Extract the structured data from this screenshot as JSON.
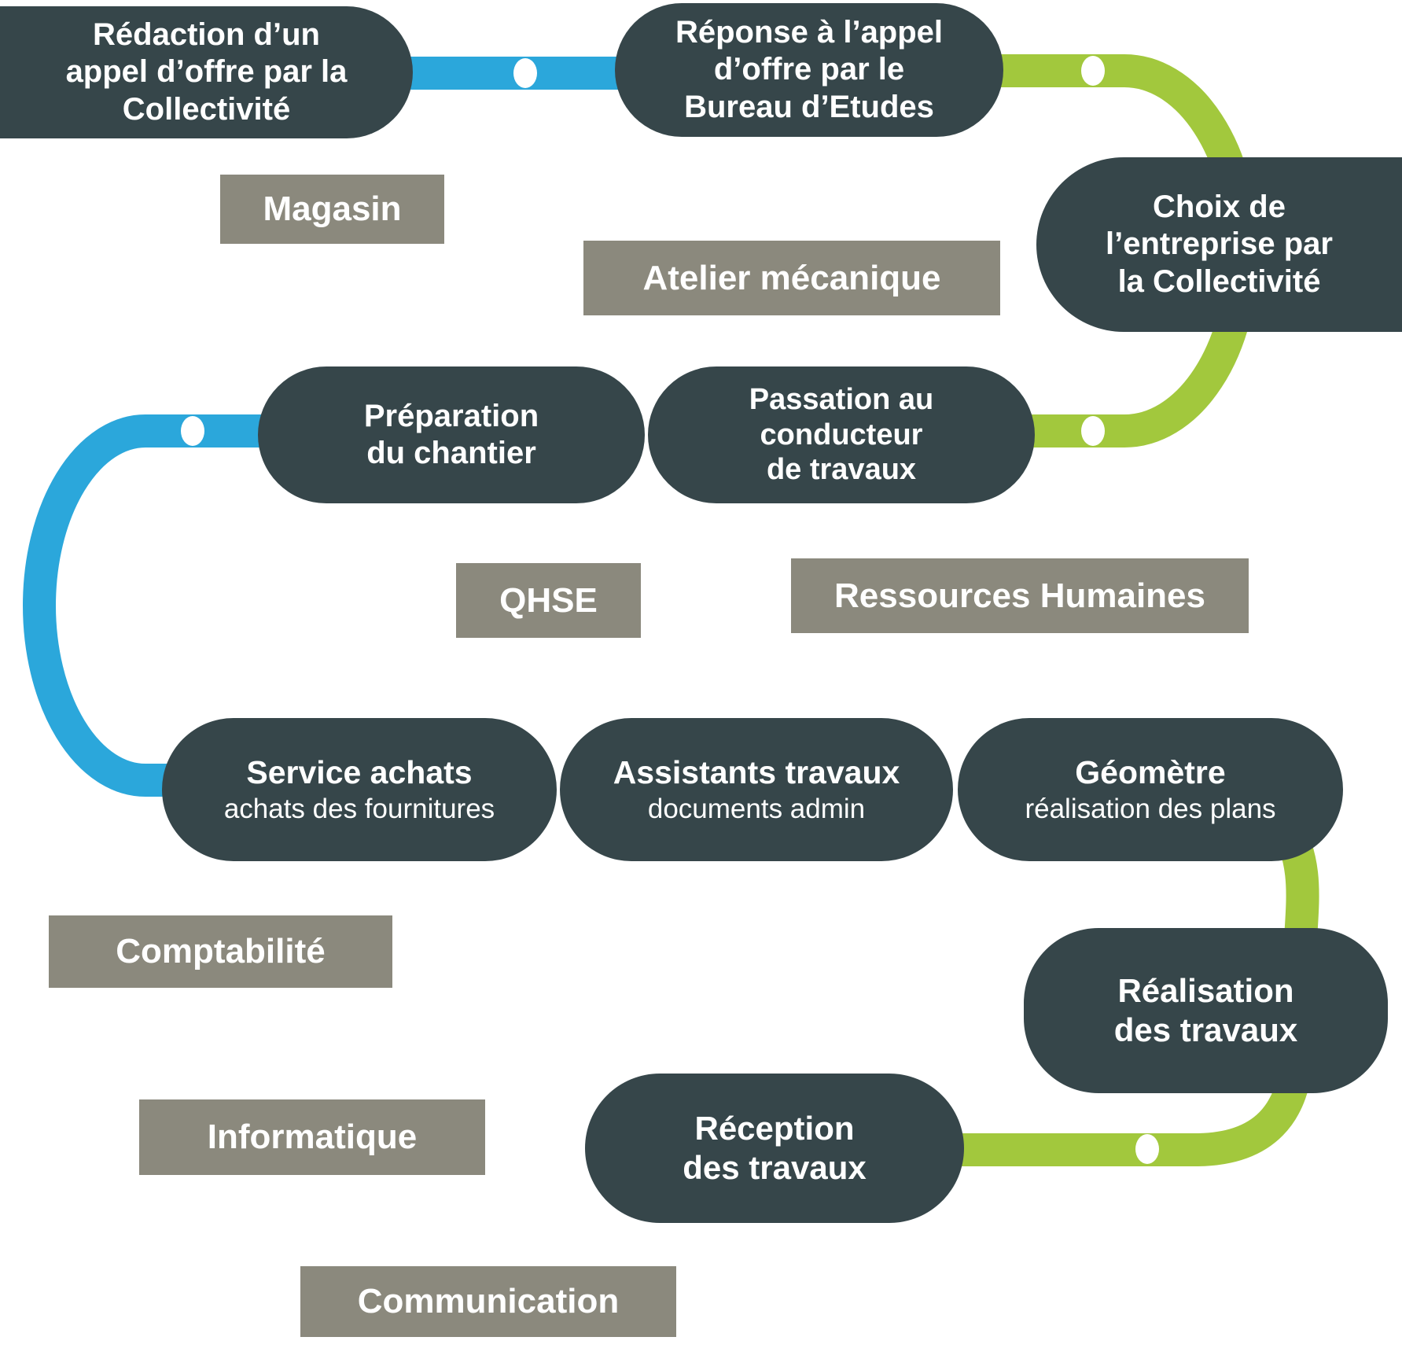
{
  "colors": {
    "node_dark": "#36464A",
    "department_gray": "#8B897D",
    "flow_blue": "#2BA7DB",
    "flow_green": "#A2C83D",
    "dot_white": "#FFFFFF",
    "background": "#FFFFFF",
    "text": "#FFFFFF"
  },
  "nodes": {
    "redaction": {
      "lines": [
        "Rédaction d’un",
        "appel d’offre par la",
        "Collectivité"
      ]
    },
    "reponse": {
      "lines": [
        "Réponse à l’appel",
        "d’offre par le",
        "Bureau d’Etudes"
      ]
    },
    "choix": {
      "lines": [
        "Choix de",
        "l’entreprise par",
        "la Collectivité"
      ]
    },
    "preparation": {
      "lines": [
        "Préparation",
        "du chantier"
      ]
    },
    "passation": {
      "lines": [
        "Passation au",
        "conducteur",
        "de travaux"
      ]
    },
    "service_achats": {
      "title": "Service achats",
      "subtitle": "achats des fournitures"
    },
    "assistants": {
      "title": "Assistants travaux",
      "subtitle": "documents admin"
    },
    "geometre": {
      "title": "Géomètre",
      "subtitle": "réalisation des plans"
    },
    "realisation": {
      "lines": [
        "Réalisation",
        "des travaux"
      ]
    },
    "reception": {
      "lines": [
        "Réception",
        "des travaux"
      ]
    }
  },
  "departments": {
    "magasin": "Magasin",
    "atelier": "Atelier mécanique",
    "qhse": "QHSE",
    "rh": "Ressources Humaines",
    "comptabilite": "Comptabilité",
    "informatique": "Informatique",
    "communication": "Communication"
  },
  "flow": [
    {
      "from": "redaction",
      "to": "reponse",
      "color": "blue"
    },
    {
      "from": "reponse",
      "to": "choix",
      "color": "green"
    },
    {
      "from": "choix",
      "to": "passation",
      "color": "green"
    },
    {
      "from": "preparation",
      "to": "service_achats",
      "color": "blue"
    },
    {
      "from": "geometre",
      "to": "realisation",
      "color": "green"
    },
    {
      "from": "realisation",
      "to": "reception",
      "color": "green"
    }
  ]
}
